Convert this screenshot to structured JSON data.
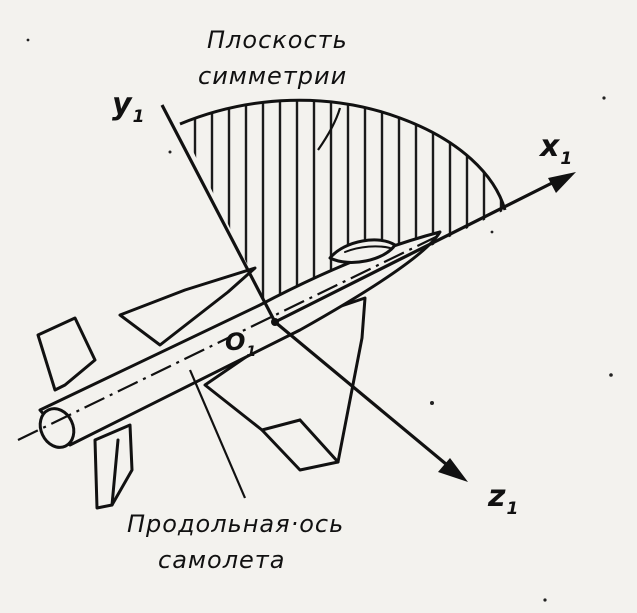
{
  "labels": {
    "plane_symmetry_line1": "Плоскость",
    "plane_symmetry_line2": "симметрии",
    "longitudinal_axis_line1": "Продольная·ось",
    "longitudinal_axis_line2": "самолета",
    "origin": "O",
    "origin_index": "1",
    "axis_x": "x",
    "axis_x_index": "1",
    "axis_y": "y",
    "axis_y_index": "1",
    "axis_z": "z",
    "axis_z_index": "1"
  }
}
